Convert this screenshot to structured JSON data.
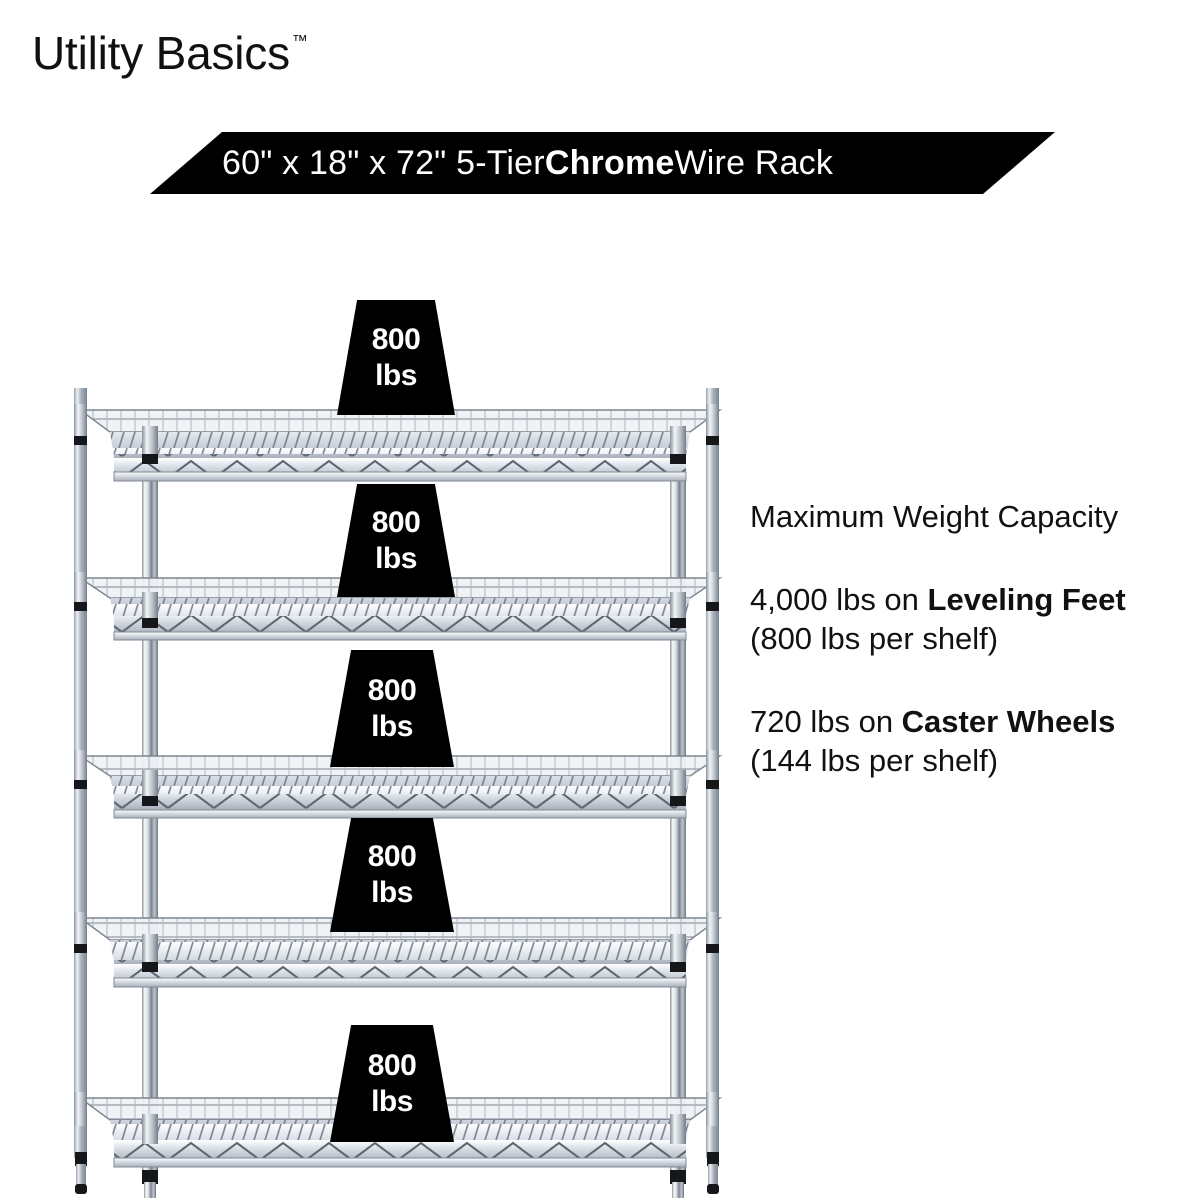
{
  "brand": {
    "name": "Utility Basics",
    "trademark": "™"
  },
  "banner": {
    "text_prefix": "60\" x 18\" x 72\" 5-Tier ",
    "text_bold": "Chrome",
    "text_suffix": " Wire Rack",
    "background_color": "#000000",
    "text_color": "#FFFFFF"
  },
  "product": {
    "name": "5-Tier Chrome Wire Rack",
    "dimensions": "60\" x 18\" x 72\"",
    "tiers": 5,
    "finish": "Chrome"
  },
  "info": {
    "heading": "Maximum Weight Capacity",
    "paragraphs": [
      {
        "lead": "4,000 lbs on ",
        "bold": "Leveling Feet",
        "tail": " (800 lbs per shelf)"
      },
      {
        "lead": "720 lbs on ",
        "bold": "Caster Wheels",
        "tail": " (144 lbs per shelf)"
      }
    ]
  },
  "badges": [
    {
      "value": "800",
      "unit": "lbs"
    },
    {
      "value": "800",
      "unit": "lbs"
    },
    {
      "value": "800",
      "unit": "lbs"
    },
    {
      "value": "800",
      "unit": "lbs"
    },
    {
      "value": "800",
      "unit": "lbs"
    }
  ],
  "colors": {
    "background": "#FFFFFF",
    "ink": "#111111",
    "badge_background": "#000000",
    "badge_text": "#FFFFFF",
    "chrome_light": "#F2F4F7",
    "chrome_mid": "#C3C9D2",
    "chrome_dark": "#6E7682",
    "foot_rubber": "#1A1A1A"
  }
}
